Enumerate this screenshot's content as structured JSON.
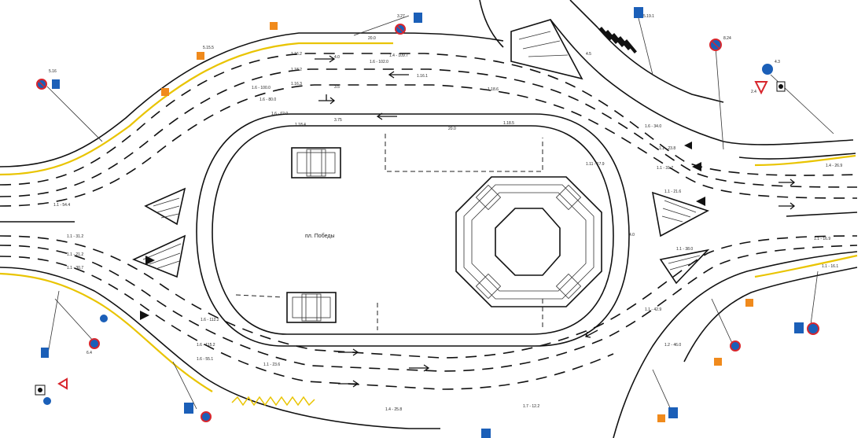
{
  "square_label": "пл. Победы",
  "lane_markings": [
    "1.6 - 102.0",
    "1.4 - 109.7",
    "1.16.2",
    "1.16.1",
    "1.16.3",
    "1.18.2",
    "1.6 - 100.0",
    "1.6 - 80.0",
    "1.6 - 62.0",
    "1.18.4",
    "1.18.5",
    "1.18.6",
    "1.1 - 54.4",
    "1.1 - 31.2",
    "1.1 - 21.2",
    "1.1 - 30.7",
    "1.6 - 112.2",
    "1.6 - 115.2",
    "1.6 - 55.1",
    "1.1 - 23.6",
    "1.7 - 12.2",
    "1.6 - 34.0",
    "1.1 - 23.8",
    "1.1 - 31.2",
    "1.1 - 21.6",
    "1.4 - 26.9",
    "1.1 - 16.9",
    "1.1 - 42.9",
    "1.1 - 16.1",
    "1.4 - 25.8",
    "1.2 - 46.0",
    "1.11 - 17.9",
    "1.1 - 38.0"
  ],
  "widths": [
    "20.0",
    "20.0",
    "4.0",
    "3.5",
    "3.75",
    "4.0",
    "4.5"
  ],
  "signs": [
    "5.16",
    "3.27",
    "5.19.1",
    "8.24",
    "2.4",
    "4.3",
    "5.15.5",
    "6.4"
  ],
  "colors": {
    "kerb": "#111111",
    "edge_line": "#e9c400",
    "zigzag": "#e9c400",
    "sign_blue": "#1b5fb8",
    "sign_red": "#d8262d",
    "sign_orange": "#f08a1c"
  }
}
